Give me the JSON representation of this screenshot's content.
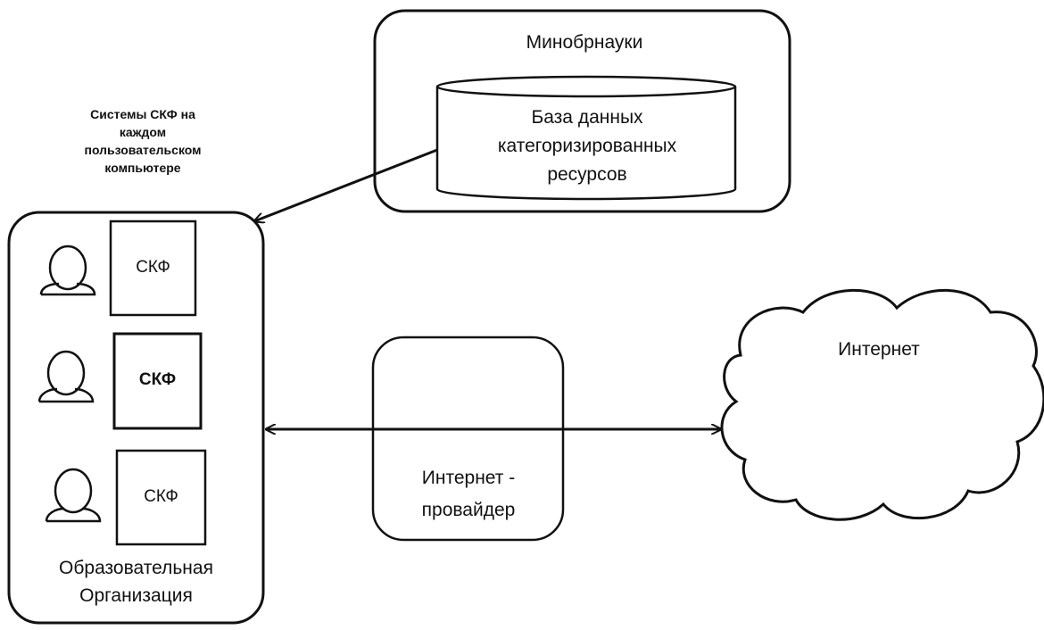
{
  "ministry": {
    "title": "Минобрнауки",
    "database": {
      "line1": "База данных",
      "line2": "категоризированных",
      "line3": "ресурсов"
    }
  },
  "annotation": {
    "line1": "Системы СКФ на",
    "line2": "каждом",
    "line3": "пользовательском",
    "line4": "компьютере"
  },
  "organization": {
    "skf_labels": [
      "СКФ",
      "СКФ",
      "СКФ"
    ],
    "label_line1": "Образовательная",
    "label_line2": "Организация"
  },
  "provider": {
    "line1": "Интернет -",
    "line2": "провайдер"
  },
  "internet": {
    "label": "Интернет"
  },
  "style": {
    "stroke_color": "#111111",
    "background": "#ffffff"
  }
}
